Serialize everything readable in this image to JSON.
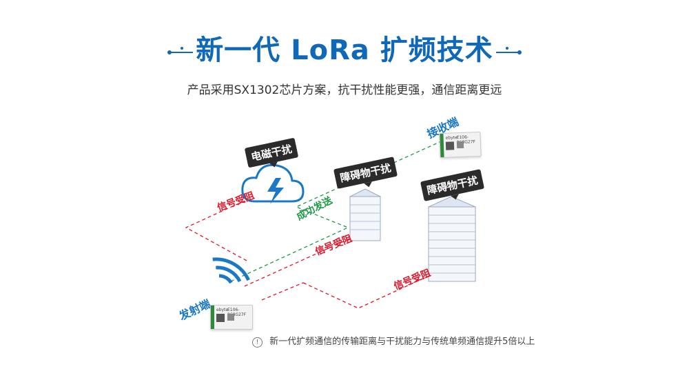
{
  "header": {
    "title": "新一代 LoRa 扩频技术",
    "subtitle": "产品采用SX1302芯片方案，抗干扰性能更强，通信距离更远"
  },
  "diagram": {
    "tags": {
      "electromagnetic": "电磁干扰",
      "obstacle_1": "障碍物干扰",
      "obstacle_2": "障碍物干扰"
    },
    "labels": {
      "signal_blocked_1": "信号受阻",
      "signal_blocked_2": "信号受阻",
      "signal_blocked_3": "信号受阻",
      "success": "成功发送",
      "receiver": "接收端",
      "transmitter": "发射端"
    },
    "module": {
      "brand": "ebyte",
      "model": "E106-868G27F"
    },
    "colors": {
      "title_blue": "#0f68b8",
      "blocked_red": "#e0182b",
      "success_green": "#1f9a45",
      "wifi_blue": "#1a78c6"
    }
  },
  "footnote": {
    "text": "新一代扩频通信的传输距离与干扰能力与传统单频通信提升5倍以上",
    "icon": "info-icon"
  }
}
